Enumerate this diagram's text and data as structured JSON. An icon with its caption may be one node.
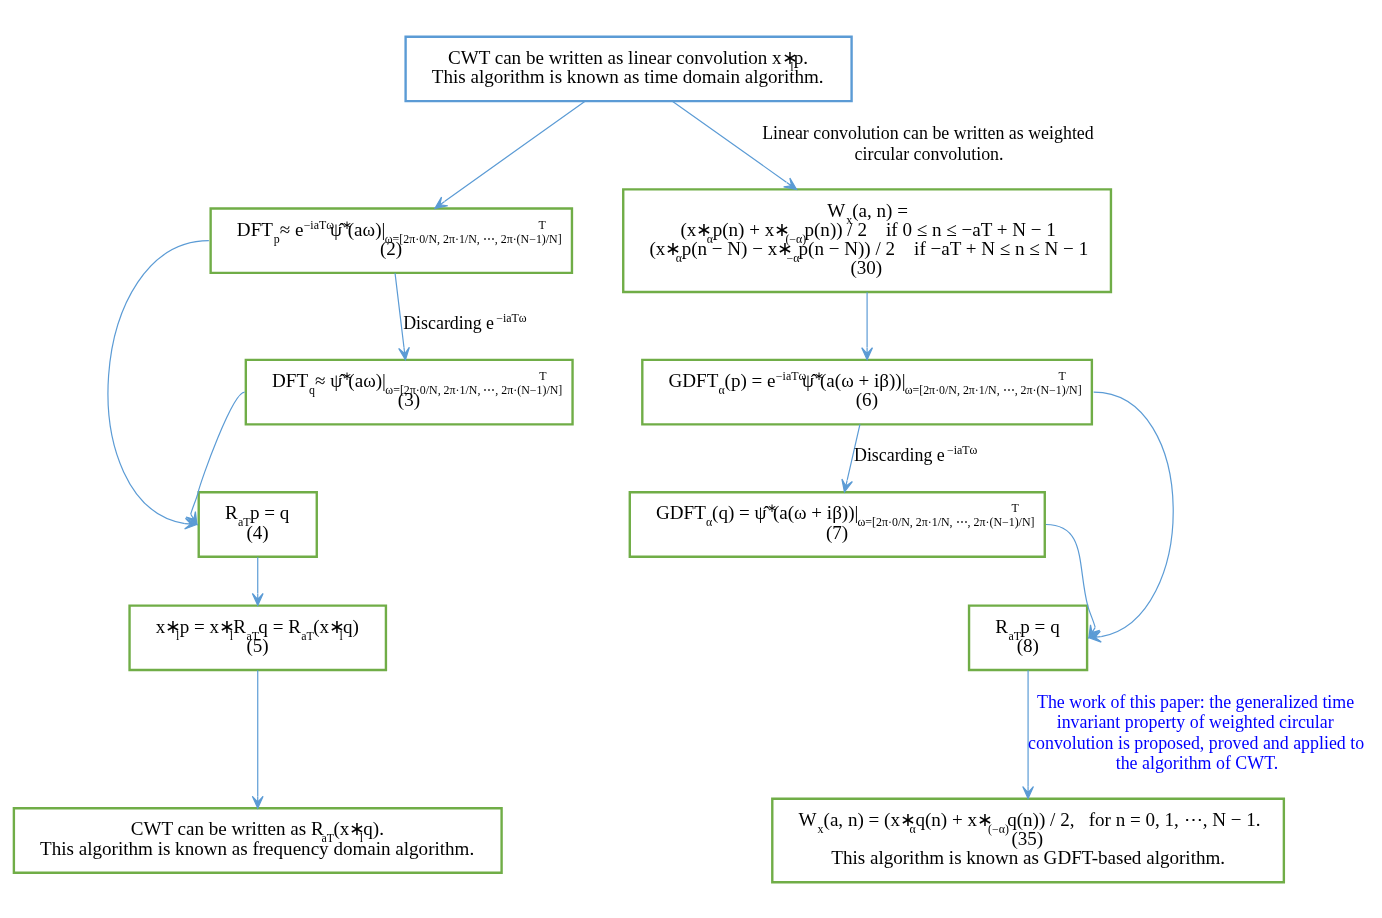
{
  "diagram": {
    "nodes": [
      {
        "text": [
          "CWT can be written as linear convolution x∗$_{l}$p.",
          "This algorithm is known as time domain algorithm."
        ]
      },
      {
        "text": [
          "DFT$_{p}$≈ e$^{−iaTω}$ψ̂$^{∗}$(aω)|$_{ω=[2π·0/N, 2π·1/N, ⋯, 2π·(N−1)/N]}$$^{T}$",
          "(2)"
        ]
      },
      {
        "text": [
          "DFT$_{q}$≈ ψ̂$^{∗}$(aω)|$_{ω=[2π·0/N, 2π·1/N, ⋯, 2π·(N−1)/N]}$$^{T}$",
          "(3)"
        ]
      },
      {
        "text": [
          "R$_{aT}$p = q",
          "(4)"
        ]
      },
      {
        "text": [
          "x∗$_{l}$p = x∗$_{l}$R$_{aT}$q = R$_{aT}$(x∗$_{l}$q)",
          "(5)"
        ]
      },
      {
        "text": [
          "CWT can be written as R$_{aT}$(x∗$_{l}$q).",
          "This algorithm is known as frequency domain algorithm."
        ]
      },
      {
        "text": [
          "W$_{x}$(a, n) =",
          "(x∗$_{α}$p(n) + x∗$_{(−α)}$p(n)) / 2    if 0 ≤ n ≤ −aT + N − 1",
          "(x∗$_{α}$p(n − N) − x∗$_{−α}$p(n − N)) / 2    if −aT + N ≤ n ≤ N − 1",
          "(30)"
        ]
      },
      {
        "text": [
          "GDFT$_{α}$(p) = e$^{−iaTω}$ψ̂$^{∗}$(a(ω + iβ))|$_{ω=[2π·0/N, 2π·1/N, ⋯, 2π·(N−1)/N]}$$^{T}$",
          "(6)"
        ]
      },
      {
        "text": [
          "GDFT$_{α}$(q) = ψ̂$^{∗}$(a(ω + iβ))|$_{ω=[2π·0/N, 2π·1/N, ⋯, 2π·(N−1)/N]}$$^{T}$",
          "(7)"
        ]
      },
      {
        "text": [
          "R$_{aT}$p = q",
          "(8)"
        ]
      },
      {
        "text": [
          "W$_{x}$(a, n) = (x∗$_{α}$q(n) + x∗$_{(−α)}$q(n)) / 2,   for n = 0, 1, ⋯, N − 1.",
          "(35)",
          "This algorithm is known as GDFT-based algorithm."
        ]
      }
    ],
    "edges": [
      {
        "from": 0,
        "to": 1,
        "arrow": "to"
      },
      {
        "from": 0,
        "to": 6,
        "arrow": "to",
        "label": "Linear convolution can be written as weighted circular convolution."
      },
      {
        "from": 1,
        "to": 2,
        "arrow": "to",
        "label": "Discarding e$^{−iaTω}$"
      },
      {
        "from": 1,
        "to": 3,
        "arrow": "to"
      },
      {
        "from": 2,
        "to": 3,
        "arrow": "to"
      },
      {
        "from": 3,
        "to": 4,
        "arrow": "to"
      },
      {
        "from": 4,
        "to": 5,
        "arrow": "to"
      },
      {
        "from": 6,
        "to": 7,
        "arrow": "to"
      },
      {
        "from": 7,
        "to": 8,
        "arrow": "to",
        "label": "Discarding e$^{−iaTω}$"
      },
      {
        "from": 7,
        "to": 9,
        "arrow": "to"
      },
      {
        "from": 8,
        "to": 9,
        "arrow": "to"
      },
      {
        "from": 9,
        "to": 10,
        "arrow": "to",
        "label": "The work of this paper: the generalized time invariant property of weighted circular convolution is proposed, proved and applied to the algorithm of CWT."
      }
    ]
  }
}
